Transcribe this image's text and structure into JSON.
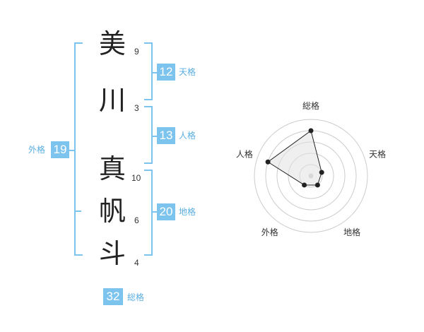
{
  "name_chars": [
    {
      "char": "美",
      "strokes": "9"
    },
    {
      "char": "川",
      "strokes": "3"
    },
    {
      "char": "真",
      "strokes": "10"
    },
    {
      "char": "帆",
      "strokes": "6"
    },
    {
      "char": "斗",
      "strokes": "4"
    }
  ],
  "fortune": {
    "tenkaku": {
      "value": "12",
      "label": "天格"
    },
    "jinkaku": {
      "value": "13",
      "label": "人格"
    },
    "chikaku": {
      "value": "20",
      "label": "地格"
    },
    "gaikaku": {
      "value": "19",
      "label": "外格"
    },
    "soukaku": {
      "value": "32",
      "label": "総格"
    }
  },
  "colors": {
    "accent": "#7cc3ee",
    "accent_text": "#5aaee0"
  },
  "chart_data": {
    "type": "radar",
    "axes": [
      "総格",
      "天格",
      "地格",
      "外格",
      "人格"
    ],
    "values": [
      4,
      1,
      1,
      1,
      4
    ],
    "rings": 5,
    "max": 5
  }
}
